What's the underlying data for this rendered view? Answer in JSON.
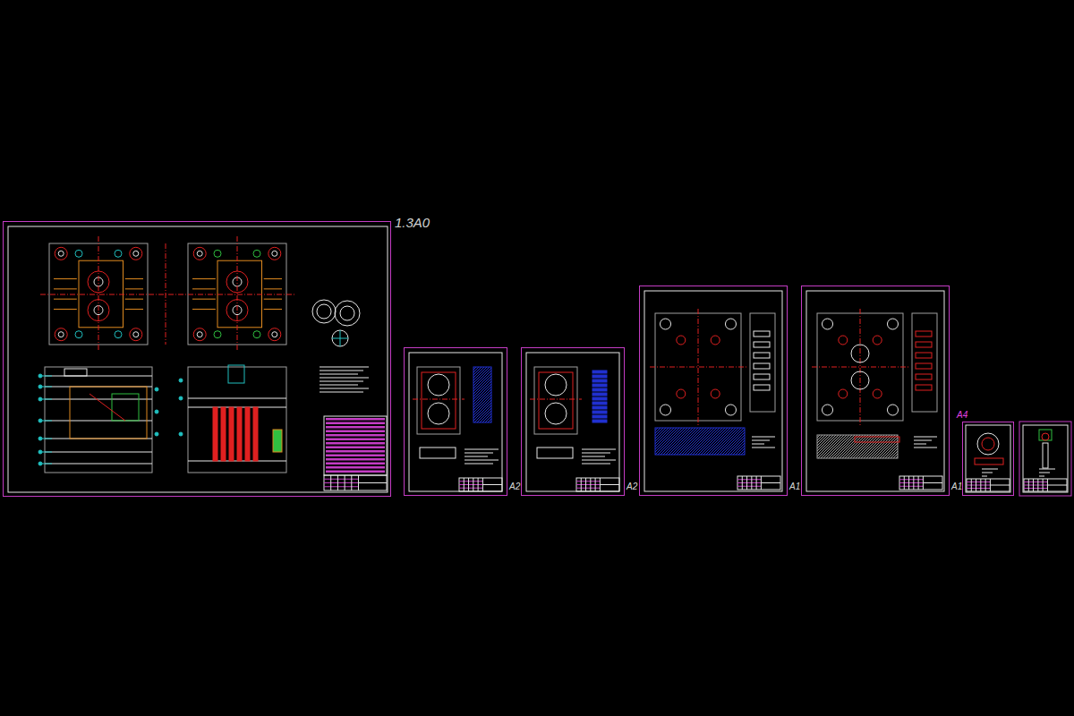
{
  "diagram": {
    "nodes": [
      {
        "text": [
          "1.3A0"
        ]
      },
      {
        "text": [
          "A2"
        ]
      },
      {
        "text": [
          "A2"
        ]
      },
      {
        "text": [
          "A1"
        ]
      },
      {
        "text": [
          "A1"
        ]
      },
      {
        "text": [
          "A4"
        ]
      }
    ]
  }
}
